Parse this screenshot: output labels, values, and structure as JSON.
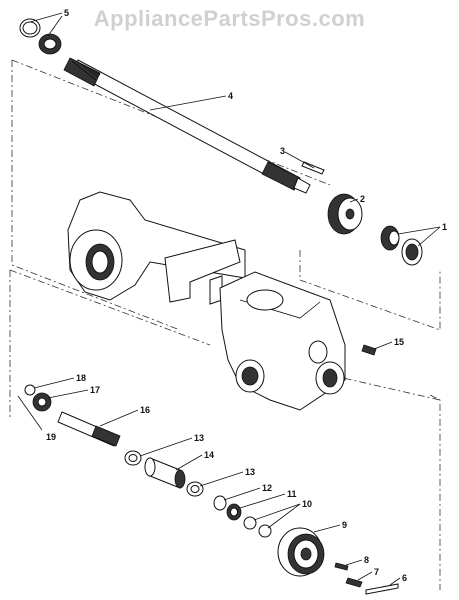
{
  "watermark": "AppliancePartsPros.com",
  "callouts": [
    {
      "id": "c5",
      "label": "5"
    },
    {
      "id": "c4",
      "label": "4"
    },
    {
      "id": "c3",
      "label": "3"
    },
    {
      "id": "c2",
      "label": "2"
    },
    {
      "id": "c1",
      "label": "1"
    },
    {
      "id": "c15",
      "label": "15"
    },
    {
      "id": "c18",
      "label": "18"
    },
    {
      "id": "c17",
      "label": "17"
    },
    {
      "id": "c16",
      "label": "16"
    },
    {
      "id": "c19",
      "label": "19"
    },
    {
      "id": "c13a",
      "label": "13"
    },
    {
      "id": "c14",
      "label": "14"
    },
    {
      "id": "c13b",
      "label": "13"
    },
    {
      "id": "c12",
      "label": "12"
    },
    {
      "id": "c11",
      "label": "11"
    },
    {
      "id": "c10",
      "label": "10"
    },
    {
      "id": "c9",
      "label": "9"
    },
    {
      "id": "c8",
      "label": "8"
    },
    {
      "id": "c7",
      "label": "7"
    },
    {
      "id": "c6",
      "label": "6"
    }
  ]
}
